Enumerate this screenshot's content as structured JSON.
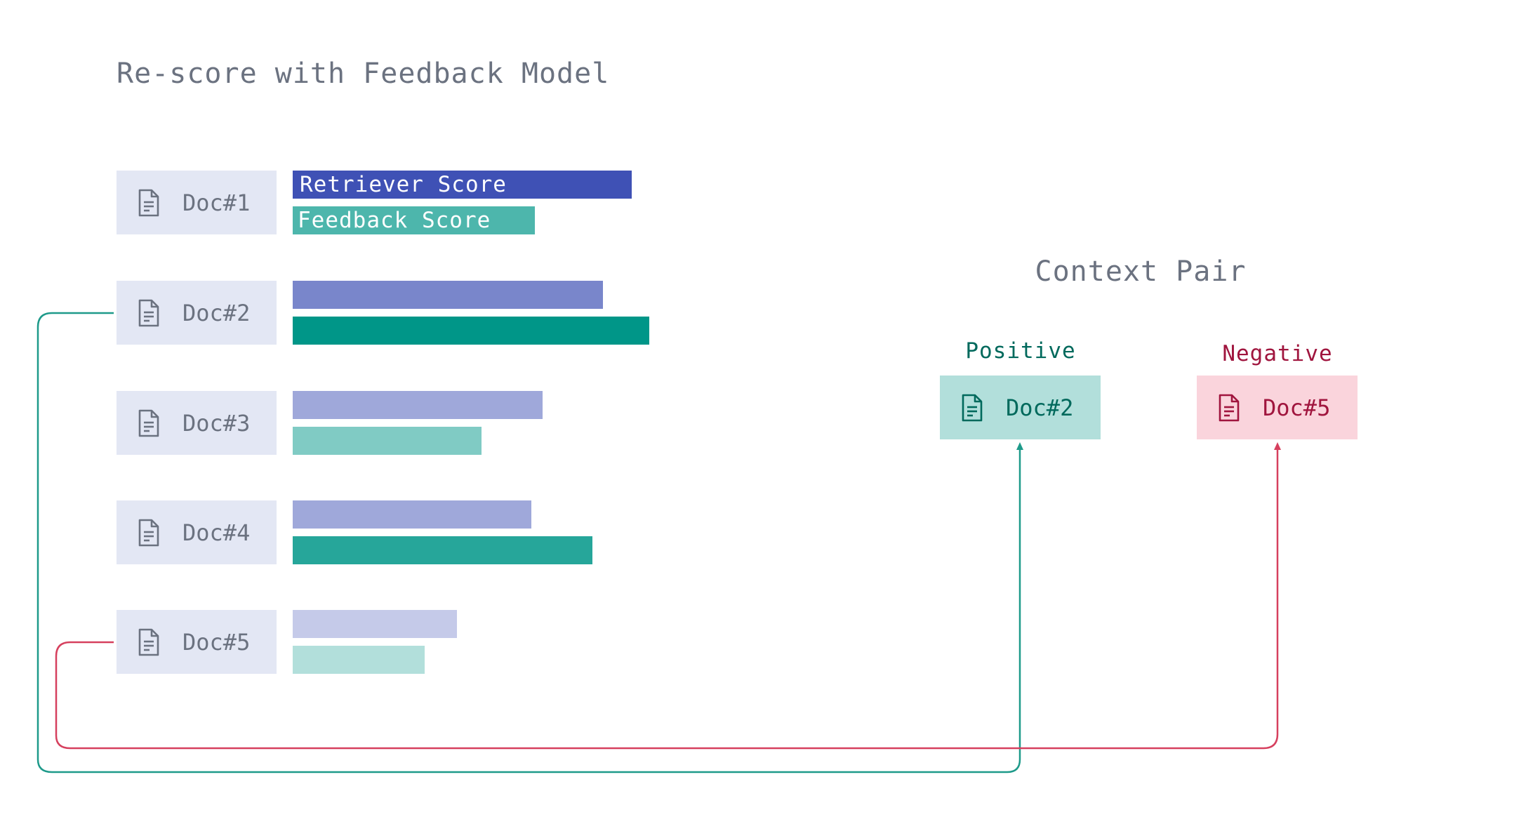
{
  "title": "Re-score with Feedback Model",
  "documents": [
    {
      "label": "Doc#1",
      "retriever_score": 0.95,
      "feedback_score": 0.68
    },
    {
      "label": "Doc#2",
      "retriever_score": 0.87,
      "feedback_score": 1.0
    },
    {
      "label": "Doc#3",
      "retriever_score": 0.7,
      "feedback_score": 0.53
    },
    {
      "label": "Doc#4",
      "retriever_score": 0.67,
      "feedback_score": 0.84
    },
    {
      "label": "Doc#5",
      "retriever_score": 0.46,
      "feedback_score": 0.37
    }
  ],
  "bar_labels": {
    "retriever": "Retriever Score",
    "feedback": "Feedback Score"
  },
  "context_pair": {
    "title": "Context Pair",
    "positive": {
      "heading": "Positive",
      "doc": "Doc#2"
    },
    "negative": {
      "heading": "Negative",
      "doc": "Doc#5"
    }
  },
  "colors": {
    "text_gray": "#6b7280",
    "doc_card_bg": "#e3e7f4",
    "retriever_shades": [
      "#3f51b5",
      "#7986cb",
      "#9fa8da",
      "#9fa8da",
      "#c5cae9"
    ],
    "feedback_shades": [
      "#4db6ac",
      "#009688",
      "#80cbc4",
      "#26a69a",
      "#b2dfdb"
    ],
    "positive_bg": "#b2dfdb",
    "positive_text": "#00695c",
    "positive_line": "#1e9a8a",
    "negative_bg": "#fad4dc",
    "negative_text": "#a0153e",
    "negative_line": "#d6405e"
  },
  "icons": {
    "document": "document-icon"
  }
}
